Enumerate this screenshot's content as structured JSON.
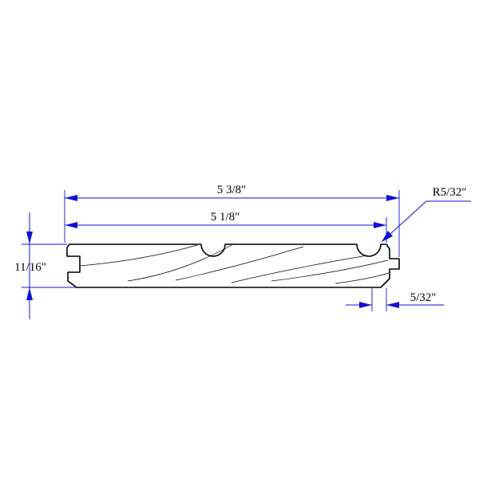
{
  "dimensions": {
    "overall_width": "5 3/8\"",
    "face_width": "5 1/8\"",
    "thickness": "11/16\"",
    "tongue_length": "5/32\"",
    "groove_radius": "R5/32\""
  },
  "colors": {
    "dimension": "#1010d8",
    "outline": "#000000",
    "background": "#ffffff"
  }
}
